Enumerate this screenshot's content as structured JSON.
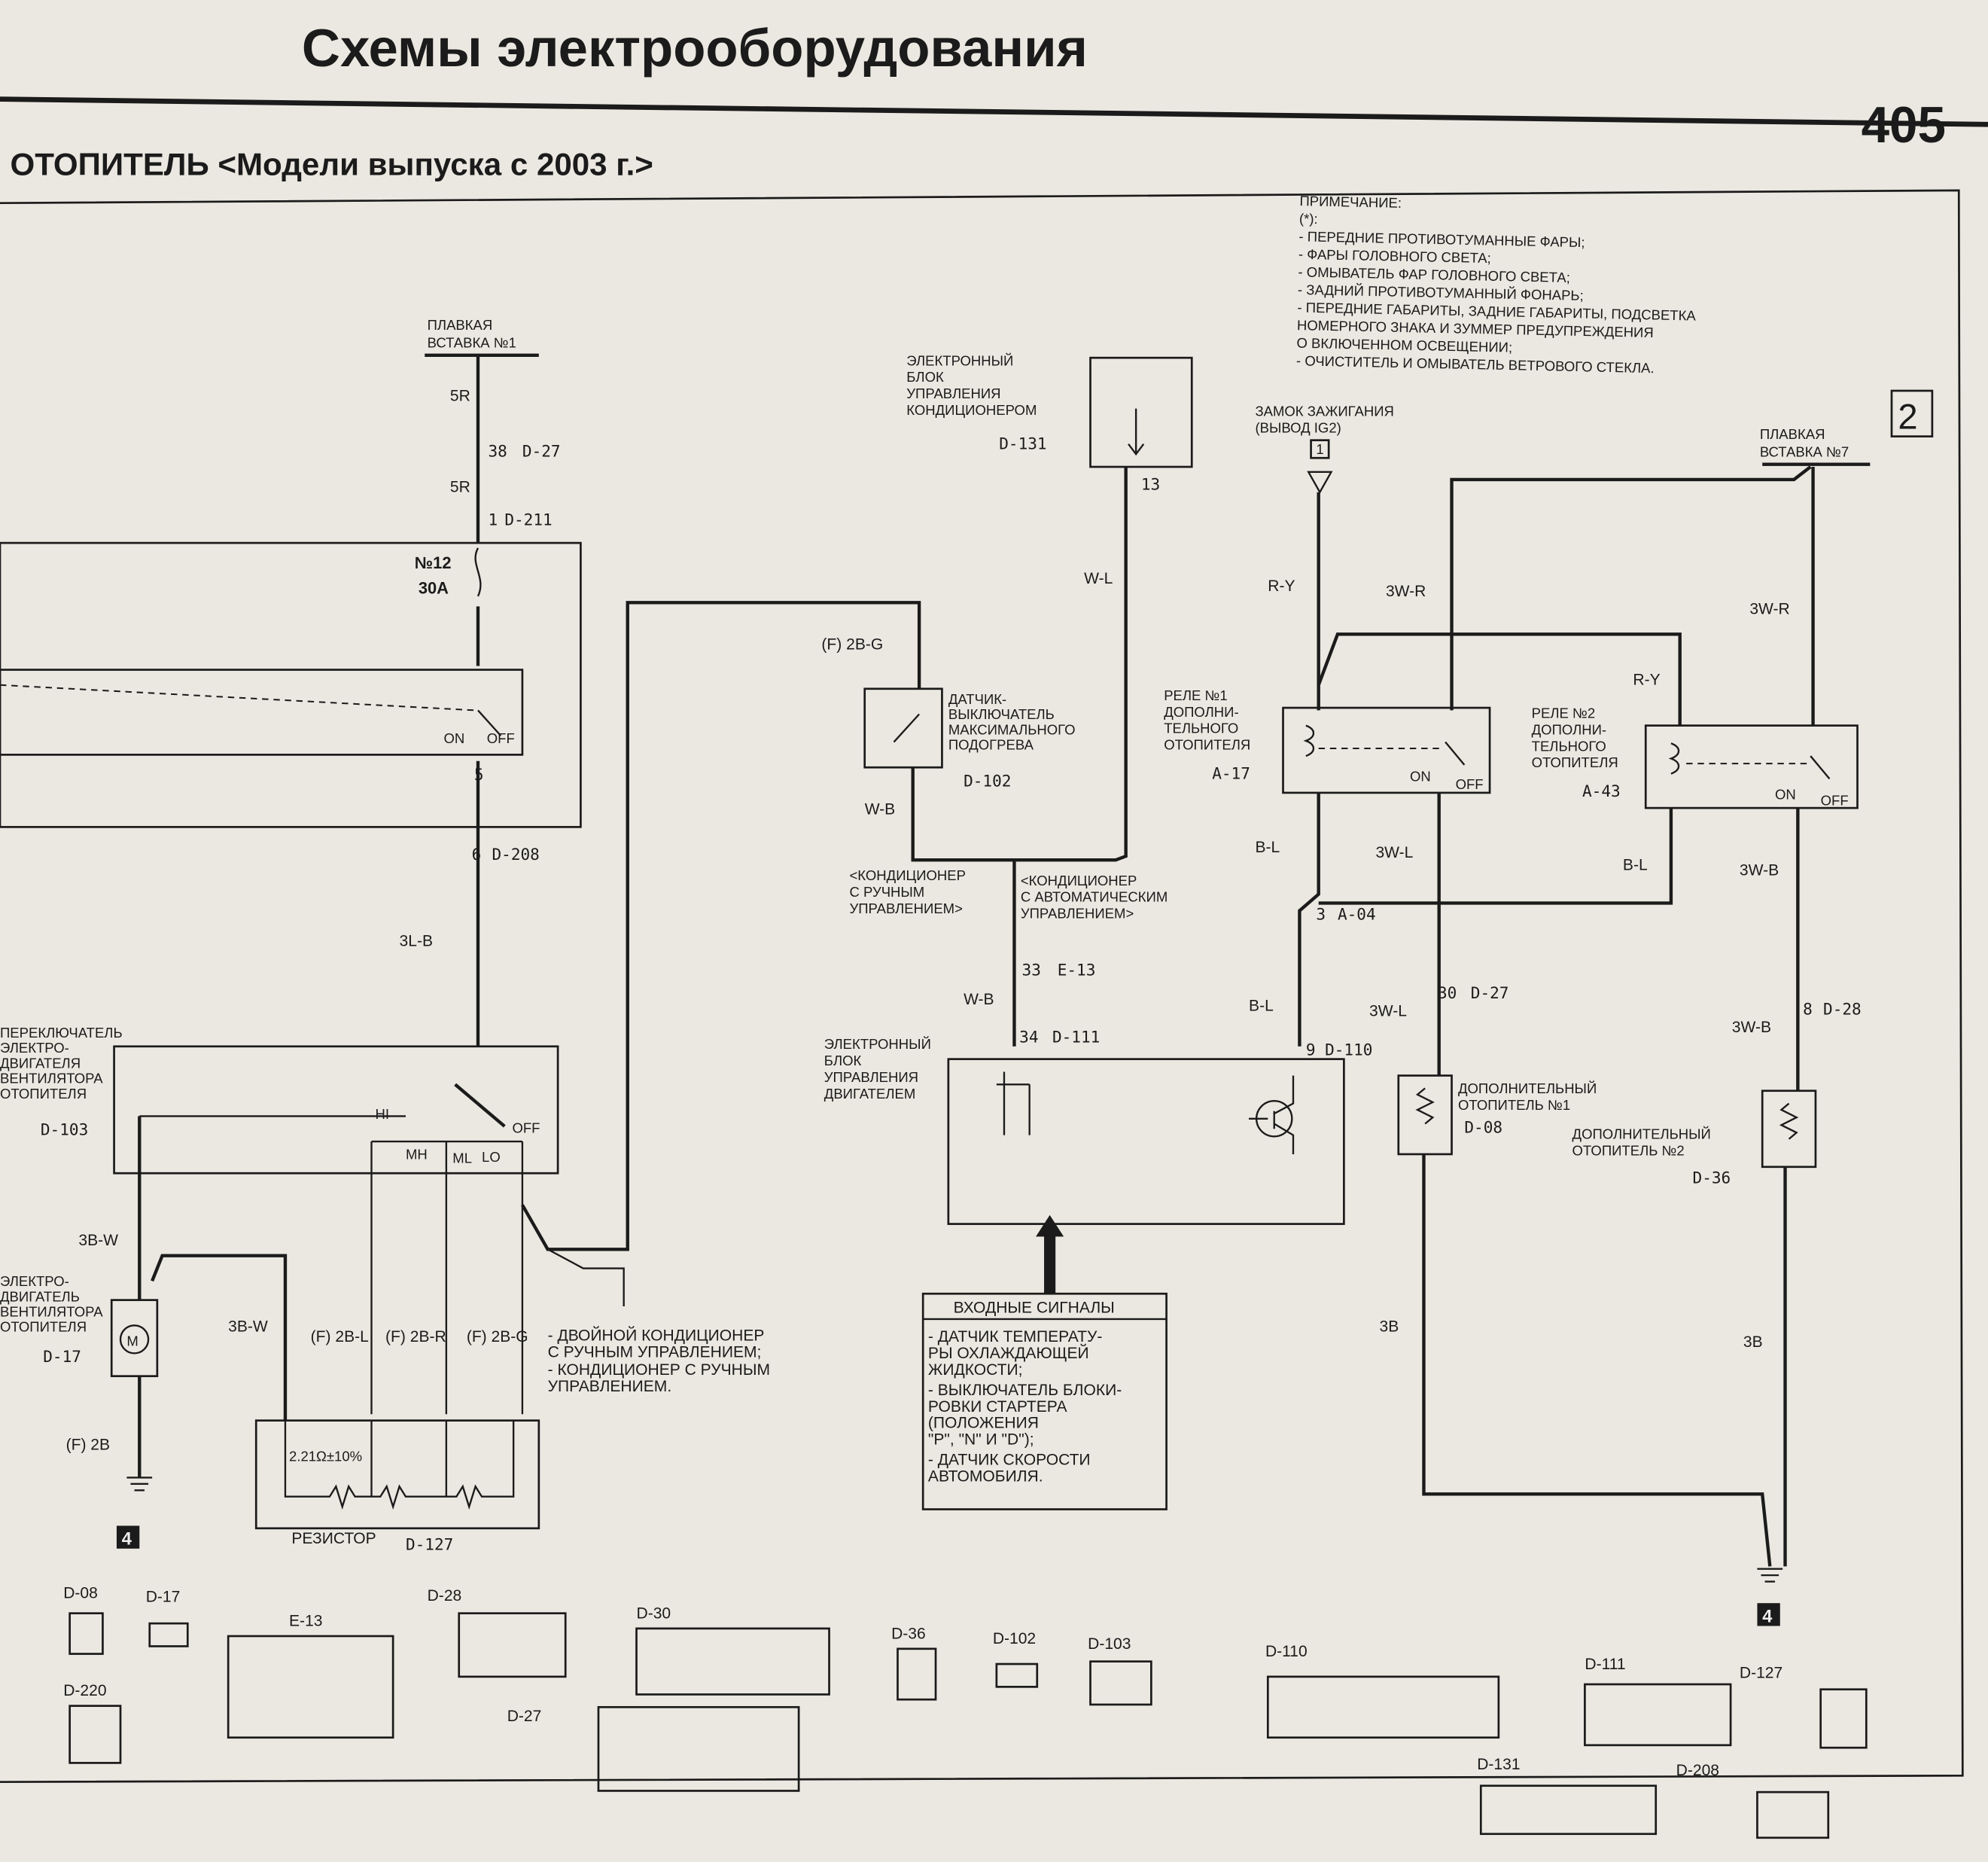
{
  "header": {
    "title": "Схемы электрооборудования",
    "page_number": "405",
    "section": "ОТОПИТЕЛЬ <Модели выпуска с 2003 г.>",
    "sheet_marker": "2"
  },
  "note": {
    "title": "ПРИМЕЧАНИЕ:",
    "lines": [
      "(*):",
      "- ПЕРЕДНИЕ ПРОТИВОТУМАННЫЕ ФАРЫ;",
      "- ФАРЫ ГОЛОВНОГО СВЕТА;",
      "- ОМЫВАТЕЛЬ ФАР ГОЛОВНОГО СВЕТА;",
      "- ЗАДНИЙ ПРОТИВОТУМАННЫЙ ФОНАРЬ;",
      "- ПЕРЕДНИЕ ГАБАРИТЫ, ЗАДНИЕ ГАБАРИТЫ, ПОДСВЕТКА",
      "НОМЕРНОГО ЗНАКА И ЗУММЕР ПРЕДУПРЕЖДЕНИЯ",
      "О ВКЛЮЧЕННОМ ОСВЕЩЕНИИ;",
      "- ОЧИСТИТЕЛЬ И ОМЫВАТЕЛЬ ВЕТРОВОГО СТЕКЛА."
    ]
  },
  "components": {
    "fuse1": [
      "ПЛАВКАЯ",
      "ВСТАВКА №1"
    ],
    "fuse12": [
      "№12",
      "30А"
    ],
    "fuse7": [
      "ПЛАВКАЯ",
      "ВСТАВКА №7"
    ],
    "ac_ecu": [
      "ЭЛЕКТРОННЫЙ",
      "БЛОК",
      "УПРАВЛЕНИЯ",
      "КОНДИЦИОНЕРОМ",
      "D-131"
    ],
    "ignition": [
      "ЗАМОК ЗАЖИГАНИЯ",
      "(ВЫВОД IG2)",
      "1"
    ],
    "max_heat_switch": [
      "ДАТЧИК-",
      "ВЫКЛЮЧАТЕЛЬ",
      "МАКСИМАЛЬНОГО",
      "ПОДОГРЕВА",
      "D-102"
    ],
    "relay1": [
      "РЕЛЕ №1",
      "ДОПОЛНИ-",
      "ТЕЛЬНОГО",
      "ОТОПИТЕЛЯ",
      "A-17"
    ],
    "relay2": [
      "РЕЛЕ №2",
      "ДОПОЛНИ-",
      "ТЕЛЬНОГО",
      "ОТОПИТЕЛЯ",
      "A-43"
    ],
    "manual_ac": [
      "<КОНДИЦИОНЕР",
      "С РУЧНЫМ",
      "УПРАВЛЕНИЕМ>"
    ],
    "auto_ac": [
      "<КОНДИЦИОНЕР",
      "С АВТОМАТИЧЕСКИМ",
      "УПРАВЛЕНИЕМ>"
    ],
    "engine_ecu": [
      "ЭЛЕКТРОННЫЙ",
      "БЛОК",
      "УПРАВЛЕНИЯ",
      "ДВИГАТЕЛЕМ"
    ],
    "fan_switch": [
      "ПЕРЕКЛЮЧАТЕЛЬ",
      "ЭЛЕКТРО-",
      "ДВИГАТЕЛЯ",
      "ВЕНТИЛЯТОРА",
      "ОТОПИТЕЛЯ",
      "D-103"
    ],
    "fan_motor": [
      "ЭЛЕКТРО-",
      "ДВИГАТЕЛЬ",
      "ВЕНТИЛЯТОРА",
      "ОТОПИТЕЛЯ",
      "D-17"
    ],
    "resistor": [
      "РЕЗИСТОР",
      "D-127",
      "2.21Ω±10%"
    ],
    "heater1": [
      "ДОПОЛНИТЕЛЬНЫЙ",
      "ОТОПИТЕЛЬ №1",
      "D-08"
    ],
    "heater2": [
      "ДОПОЛНИТЕЛЬНЫЙ",
      "ОТОПИТЕЛЬ №2",
      "D-36"
    ],
    "dual_ac_note": [
      "- ДВОЙНОЙ КОНДИЦИОНЕР",
      "С РУЧНЫМ УПРАВЛЕНИЕМ;",
      "- КОНДИЦИОНЕР С РУЧНЫМ",
      "УПРАВЛЕНИЕМ."
    ],
    "input_signals": {
      "title": "ВХОДНЫЕ СИГНАЛЫ",
      "lines": [
        "- ДАТЧИК ТЕМПЕРАТУ-",
        "РЫ ОХЛАЖДАЮЩЕЙ",
        "ЖИДКОСТИ;",
        "- ВЫКЛЮЧАТЕЛЬ БЛОКИ-",
        "РОВКИ СТАРТЕРА",
        "(ПОЛОЖЕНИЯ",
        "\"P\", \"N\" И \"D\");",
        "- ДАТЧИК СКОРОСТИ",
        "АВТОМОБИЛЯ."
      ]
    },
    "ground_marker": "4"
  },
  "wires": {
    "w5R": "5R",
    "w3LB": "3L-B",
    "w3BW": "3B-W",
    "wF2B": "(F) 2B",
    "wF2BL": "(F) 2B-L",
    "wF2BR": "(F) 2B-R",
    "wF2BG": "(F) 2B-G",
    "wF2BG_top": "(F) 2B-G",
    "wWB": "W-B",
    "wWL": "W-L",
    "wRY": "R-Y",
    "w3WR": "3W-R",
    "wBL": "B-L",
    "w3WL": "3W-L",
    "w3WB": "3W-B",
    "w3B": "3B"
  },
  "pins": {
    "p38_D27": "38",
    "c_D27": "D-27",
    "p1_D211": "1",
    "c_D211": "D-211",
    "p6_D208": "6",
    "c_D208": "D-208",
    "p33_E13": "33",
    "c_E13": "E-13",
    "p34_D111": "34",
    "c_D111": "D-111",
    "p3_A04": "3",
    "c_A04": "A-04",
    "p30_D27": "30",
    "p9_D110": "9",
    "c_D110": "D-110",
    "p8_D28": "8",
    "c_D28": "D-28",
    "p13": "13",
    "on": "ON",
    "off": "OFF",
    "hi": "HI",
    "mh": "MH",
    "ml": "ML",
    "lo": "LO"
  },
  "connectors": [
    "D-08",
    "D-17",
    "D-220",
    "E-13",
    "D-28",
    "D-30",
    "D-27",
    "D-36",
    "D-102",
    "D-103",
    "D-110",
    "D-131",
    "D-111",
    "D-127",
    "D-208"
  ]
}
